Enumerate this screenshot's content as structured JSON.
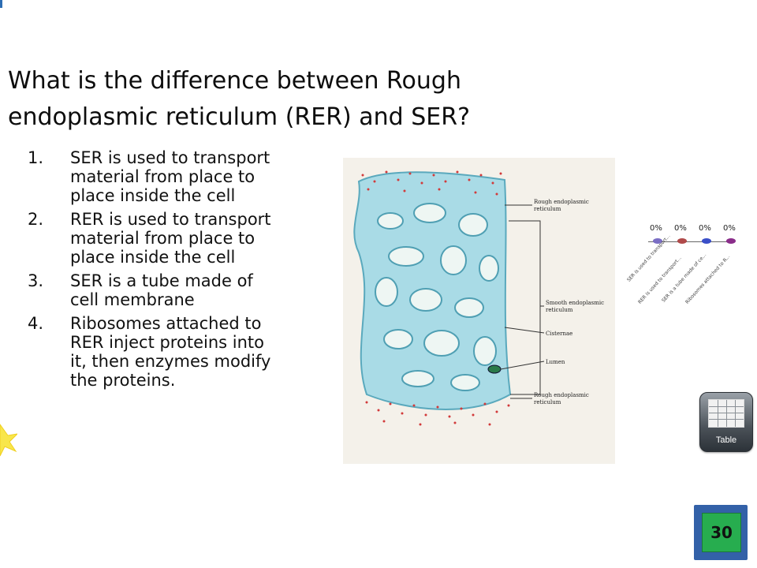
{
  "slide": {
    "title_lines": [
      "What is the difference between Rough",
      "endoplasmic reticulum (RER) and SER?"
    ],
    "answers": [
      {
        "num": "1.",
        "lines": [
          "SER is used to transport",
          "material from place to",
          "place inside the cell"
        ]
      },
      {
        "num": "2.",
        "lines": [
          "RER is used to transport",
          "material from place to",
          "place inside the cell"
        ]
      },
      {
        "num": "3.",
        "lines": [
          "SER is a tube made of",
          "cell membrane"
        ]
      },
      {
        "num": "4.",
        "lines": [
          "Ribosomes attached to",
          "RER inject proteins into",
          "it, then enzymes modify",
          "the proteins."
        ]
      }
    ]
  },
  "diagram": {
    "labels": {
      "rough_top_1": "Rough endoplasmic",
      "rough_top_2": "reticulum",
      "smooth_1": "Smooth endoplasmic",
      "smooth_2": "reticulum",
      "cisternae": "Cisternae",
      "lumen": "Lumen",
      "rough_bottom_1": "Rough endoplasmic",
      "rough_bottom_2": "reticulum"
    }
  },
  "poll": {
    "percentages": [
      "0%",
      "0%",
      "0%",
      "0%"
    ],
    "tick_labels": [
      "SER is used to transport...",
      "RER is used to transport...",
      "SER is a tube made of ce...",
      "Ribosomes attached to R..."
    ],
    "colors": [
      "#7a6ec4",
      "#b04a4a",
      "#3a4fc8",
      "#8a2d8a"
    ]
  },
  "table_button": {
    "label": "Table"
  },
  "countdown": {
    "value": "30",
    "color": "#27ad4f",
    "frame_color": "#3361a8"
  }
}
